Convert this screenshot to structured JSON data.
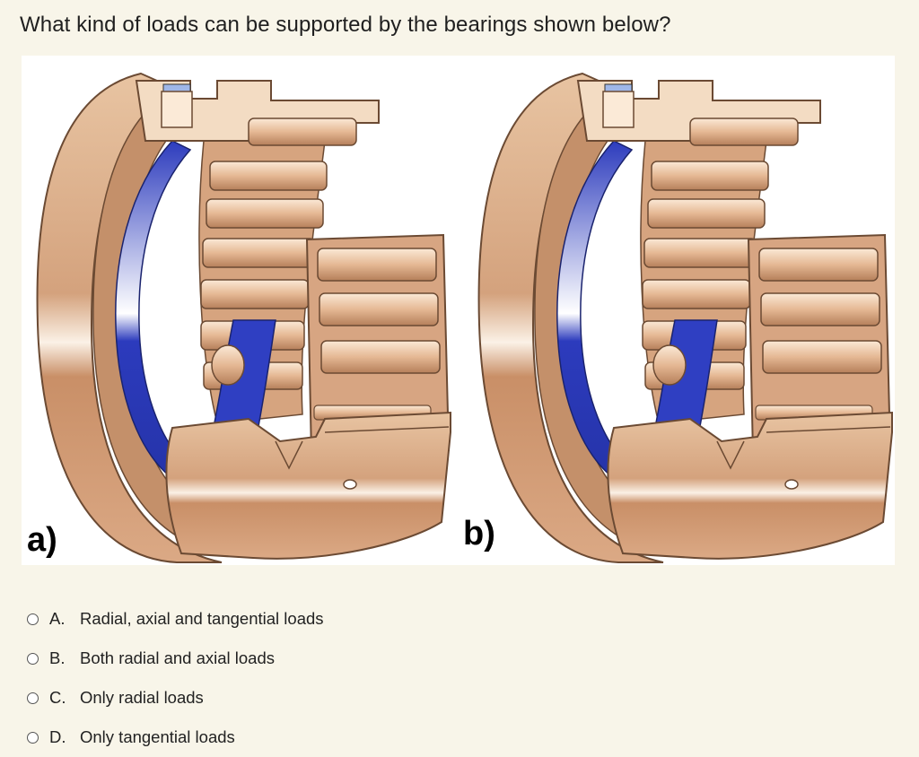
{
  "question": {
    "text": "What kind of loads can be supported by the bearings shown below?"
  },
  "figure": {
    "icon": "bearing-cutaway-illustration",
    "label_a": "a)",
    "label_b": "b)",
    "colors": {
      "bronze": "#d9ab87",
      "bronze_dark": "#a3704e",
      "race_blue": "#2f3fc2",
      "roller": "#ecc9a3"
    }
  },
  "options": [
    {
      "letter": "A.",
      "text": "Radial, axial and tangential loads"
    },
    {
      "letter": "B.",
      "text": "Both radial and axial loads"
    },
    {
      "letter": "C.",
      "text": "Only radial loads"
    },
    {
      "letter": "D.",
      "text": "Only tangential loads"
    }
  ]
}
